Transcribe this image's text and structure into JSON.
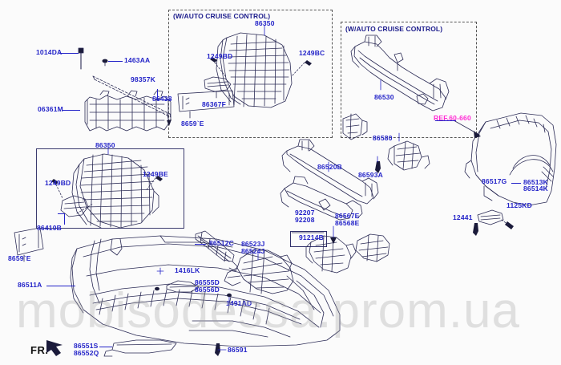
{
  "diagram": {
    "title": "Front bumper and radiator grille parts diagram",
    "watermark": "mobisodessa.prom.ua",
    "orientation_marker": "FR.",
    "colors": {
      "part_number": "#2323c8",
      "reference": "#ff2ad4",
      "line_art": "#2b2b55",
      "background": "#fbfbfb",
      "watermark": "#a0a0a0"
    },
    "groups": [
      {
        "id": "grp-acc-grille",
        "label": "(W/AUTO CRUISE CONTROL)"
      },
      {
        "id": "grp-acc-beam",
        "label": "(W/AUTO CRUISE CONTROL)"
      }
    ],
    "part_labels": [
      {
        "id": "p-1014DA",
        "text": "1014DA"
      },
      {
        "id": "p-1463AA",
        "text": "1463AA"
      },
      {
        "id": "p-98357K",
        "text": "98357K"
      },
      {
        "id": "p-86438",
        "text": "86438"
      },
      {
        "id": "p-06361M",
        "text": "06361M"
      },
      {
        "id": "p-86350-top",
        "text": "86350"
      },
      {
        "id": "p-1249BD-top",
        "text": "1249BD"
      },
      {
        "id": "p-1249BC",
        "text": "1249BC"
      },
      {
        "id": "p-86367F",
        "text": "86367F"
      },
      {
        "id": "p-8659E-top",
        "text": "8659`E"
      },
      {
        "id": "p-86530",
        "text": "86530"
      },
      {
        "id": "p-REF60660",
        "text": "REF.60-660"
      },
      {
        "id": "p-86517G",
        "text": "86517G"
      },
      {
        "id": "p-86513K",
        "text": "86513K"
      },
      {
        "id": "p-86514K",
        "text": "86514K"
      },
      {
        "id": "p-1125KD",
        "text": "1125KD"
      },
      {
        "id": "p-12441",
        "text": "12441"
      },
      {
        "id": "p-86350-mid",
        "text": "86350"
      },
      {
        "id": "p-1249BD-mid",
        "text": "1249BD"
      },
      {
        "id": "p-1249BE",
        "text": "1249BE"
      },
      {
        "id": "p-86410B",
        "text": "86410B"
      },
      {
        "id": "p-86580",
        "text": "86580"
      },
      {
        "id": "p-86520B",
        "text": "86520B"
      },
      {
        "id": "p-86593A",
        "text": "86593A"
      },
      {
        "id": "p-92207",
        "text": "92207"
      },
      {
        "id": "p-92208",
        "text": "92208"
      },
      {
        "id": "p-86567E",
        "text": "86567E"
      },
      {
        "id": "p-86568E",
        "text": "86568E"
      },
      {
        "id": "p-91214B",
        "text": "91214B"
      },
      {
        "id": "p-8659E-left",
        "text": "8659`E"
      },
      {
        "id": "p-86512C",
        "text": "86512C"
      },
      {
        "id": "p-86523J",
        "text": "86523J"
      },
      {
        "id": "p-86524J",
        "text": "86524J"
      },
      {
        "id": "p-1416LK",
        "text": "1416LK"
      },
      {
        "id": "p-86555D",
        "text": "86555D"
      },
      {
        "id": "p-86556D",
        "text": "86556D"
      },
      {
        "id": "p-86511A",
        "text": "86511A"
      },
      {
        "id": "p-1491AD",
        "text": "1491AD"
      },
      {
        "id": "p-86551S",
        "text": "86551S"
      },
      {
        "id": "p-86552Q",
        "text": "86552Q"
      },
      {
        "id": "p-86591",
        "text": "86591"
      }
    ]
  }
}
